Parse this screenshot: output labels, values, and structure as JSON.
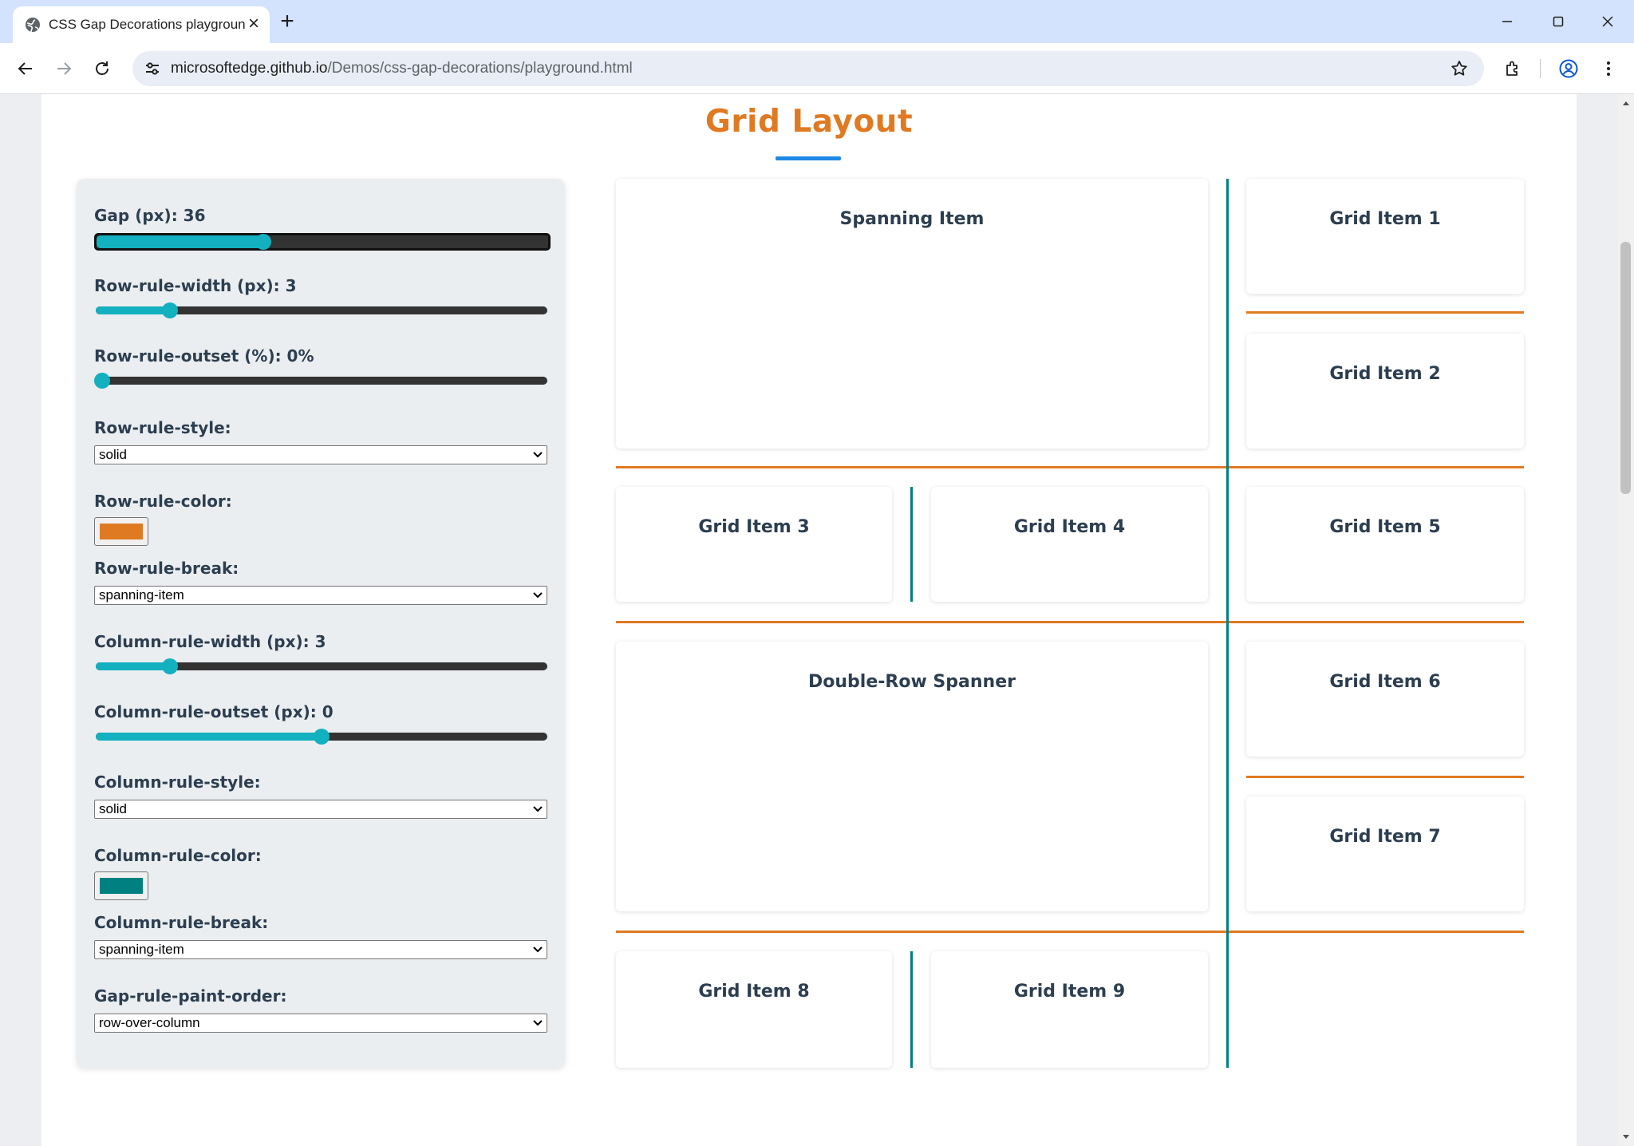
{
  "browser": {
    "tab_title": "CSS Gap Decorations playgroun",
    "url_host": "microsoftedge.github.io",
    "url_path": "/Demos/css-gap-decorations/playground.html"
  },
  "page": {
    "title": "Grid Layout",
    "accent_color": "#e07a22",
    "underline_color": "#1e88e5"
  },
  "controls": {
    "gap": {
      "label": "Gap (px): 36",
      "value": 36,
      "min": 0,
      "max": 100
    },
    "row_rule_width": {
      "label": "Row-rule-width (px): 3",
      "value": 3,
      "min": 0,
      "max": 20
    },
    "row_rule_outset": {
      "label": "Row-rule-outset (%): 0%",
      "value": 0,
      "min": 0,
      "max": 100
    },
    "row_rule_style": {
      "label": "Row-rule-style:",
      "value": "solid"
    },
    "row_rule_color": {
      "label": "Row-rule-color:",
      "value": "#e07a22"
    },
    "row_rule_break": {
      "label": "Row-rule-break:",
      "value": "spanning-item"
    },
    "column_rule_width": {
      "label": "Column-rule-width (px): 3",
      "value": 3,
      "min": 0,
      "max": 20
    },
    "column_rule_outset": {
      "label": "Column-rule-outset (px): 0",
      "value": 0,
      "min": -50,
      "max": 50
    },
    "column_rule_style": {
      "label": "Column-rule-style:",
      "value": "solid"
    },
    "column_rule_color": {
      "label": "Column-rule-color:",
      "value": "#008080"
    },
    "column_rule_break": {
      "label": "Column-rule-break:",
      "value": "spanning-item"
    },
    "gap_rule_paint_order": {
      "label": "Gap-rule-paint-order:",
      "value": "row-over-column"
    }
  },
  "grid": {
    "spanning_item": "Spanning Item",
    "double_row_spanner": "Double-Row Spanner",
    "items": [
      "Grid Item 1",
      "Grid Item 2",
      "Grid Item 3",
      "Grid Item 4",
      "Grid Item 5",
      "Grid Item 6",
      "Grid Item 7",
      "Grid Item 8",
      "Grid Item 9"
    ]
  },
  "icons": [
    "globe-icon",
    "close-icon",
    "plus-icon",
    "minimize-icon",
    "maximize-icon",
    "window-close-icon",
    "back-icon",
    "forward-icon",
    "reload-icon",
    "site-info-icon",
    "star-icon",
    "extensions-icon",
    "profile-icon",
    "menu-icon",
    "chevron-down-icon"
  ]
}
